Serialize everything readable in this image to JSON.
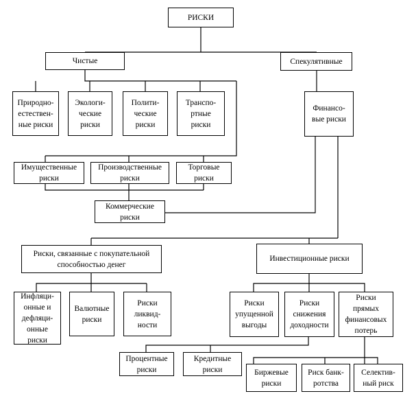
{
  "nodes": {
    "root": "РИСКИ",
    "pure": "Чистые",
    "speculative": "Спекулятивные",
    "natural": "Природно-\nестествен-\nные риски",
    "ecological": "Экологи-\nческие\nриски",
    "political": "Полити-\nческие\nриски",
    "transport": "Транспо-\nртные\nриски",
    "financial": "Финансо-\nвые риски",
    "property": "Имущественные\nриски",
    "production": "Производственные\nриски",
    "trade": "Торговые\nриски",
    "commercial": "Коммерческие\nриски",
    "purchasing_power": "Риски, связанные с покупательной\nспособностью денег",
    "investment": "Инвестиционные риски",
    "inflation": "Инфляци-\nонные и\nдефляци-\nонные\nриски",
    "currency": "Валютные\nриски",
    "liquidity": "Риски\nликвид-\nности",
    "lost_profit": "Риски\nупущенной\nвыгоды",
    "income_decrease": "Риски\nснижения\nдоходности",
    "direct_loss": "Риски\nпрямых\nфинансовых\nпотерь",
    "interest": "Процентные\nриски",
    "credit": "Кредитные\nриски",
    "exchange": "Биржевые\nриски",
    "bankruptcy": "Риск банк-\nротства",
    "selective": "Селектив-\nный риск"
  }
}
